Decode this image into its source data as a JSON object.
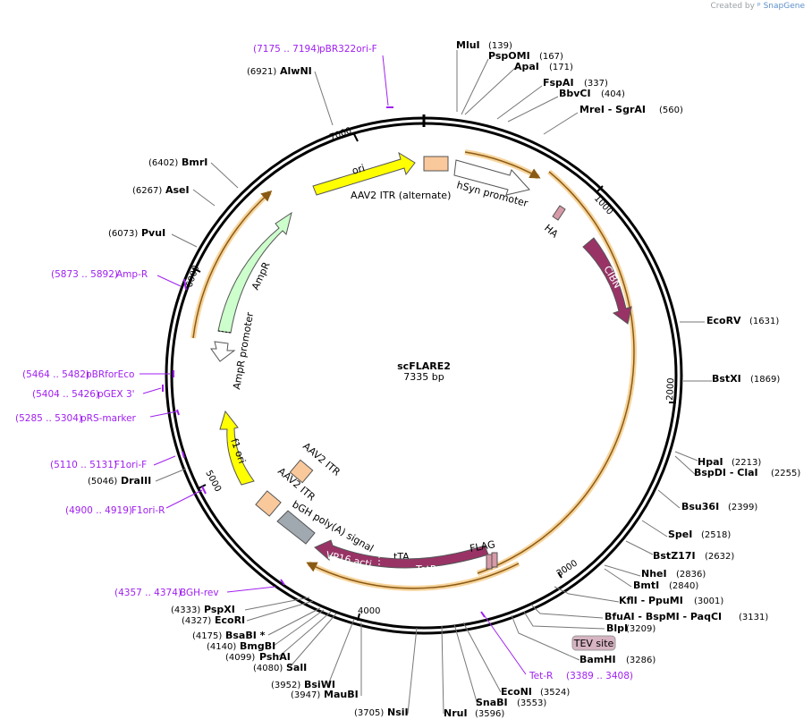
{
  "credit": {
    "prefix": "Created by",
    "brand": "SnapGene"
  },
  "plasmid": {
    "name": "scFLARE2",
    "length": "7335 bp"
  },
  "ticks": [
    "1000",
    "2000",
    "3000",
    "4000",
    "5000",
    "6000",
    "7000"
  ],
  "features": [
    {
      "label": "ori"
    },
    {
      "label": "AAV2 ITR (alternate)"
    },
    {
      "label": "hSyn promoter"
    },
    {
      "label": "HA"
    },
    {
      "label": "CIBN"
    },
    {
      "label": "AmpR"
    },
    {
      "label": "AmpR promoter"
    },
    {
      "label": "f1 ori"
    },
    {
      "label": "AAV2 ITR"
    },
    {
      "label": "AAV2 ITR"
    },
    {
      "label": "bGH poly(A) signal"
    },
    {
      "label": "tTA"
    },
    {
      "label": "TetR"
    },
    {
      "label": "VP16 acti..."
    },
    {
      "label": "FLAG"
    },
    {
      "label": "TEV site"
    }
  ],
  "enzymes": [
    {
      "name": "MluI",
      "pos": "(139)"
    },
    {
      "name": "PspOMI",
      "pos": "(167)"
    },
    {
      "name": "ApaI",
      "pos": "(171)"
    },
    {
      "name": "FspAI",
      "pos": "(337)"
    },
    {
      "name": "BbvCI",
      "pos": "(404)"
    },
    {
      "name": "MreI - SgrAI",
      "pos": "(560)"
    },
    {
      "name": "EcoRV",
      "pos": "(1631)"
    },
    {
      "name": "BstXI",
      "pos": "(1869)"
    },
    {
      "name": "HpaI",
      "pos": "(2213)"
    },
    {
      "name": "BspDI - ClaI",
      "pos": "(2255)"
    },
    {
      "name": "Bsu36I",
      "pos": "(2399)"
    },
    {
      "name": "SpeI",
      "pos": "(2518)"
    },
    {
      "name": "BstZ17I",
      "pos": "(2632)"
    },
    {
      "name": "NheI",
      "pos": "(2836)"
    },
    {
      "name": "BmtI",
      "pos": "(2840)"
    },
    {
      "name": "KflI - PpuMI",
      "pos": "(3001)"
    },
    {
      "name": "BfuAI - BspMI - PaqCI",
      "pos": "(3131)"
    },
    {
      "name": "BlpI",
      "pos": "(3209)"
    },
    {
      "name": "BamHI",
      "pos": "(3286)"
    },
    {
      "name": "EcoNI",
      "pos": "(3524)"
    },
    {
      "name": "SnaBI",
      "pos": "(3553)"
    },
    {
      "name": "NruI",
      "pos": "(3596)"
    },
    {
      "name": "NsiI",
      "pos": "(3705)"
    },
    {
      "name": "MauBI",
      "pos": "(3947)"
    },
    {
      "name": "BsiWI",
      "pos": "(3952)"
    },
    {
      "name": "SalI",
      "pos": "(4080)"
    },
    {
      "name": "PshAI",
      "pos": "(4099)"
    },
    {
      "name": "BmgBI",
      "pos": "(4140)"
    },
    {
      "name": "BsaBI *",
      "pos": "(4175)"
    },
    {
      "name": "EcoRI",
      "pos": "(4327)"
    },
    {
      "name": "PspXI",
      "pos": "(4333)"
    },
    {
      "name": "DraIII",
      "pos": "(5046)"
    },
    {
      "name": "PvuI",
      "pos": "(6073)"
    },
    {
      "name": "AseI",
      "pos": "(6267)"
    },
    {
      "name": "BmrI",
      "pos": "(6402)"
    },
    {
      "name": "AlwNI",
      "pos": "(6921)"
    }
  ],
  "primers": [
    {
      "range": "(7175 .. 7194)",
      "name": "pBR322ori-F"
    },
    {
      "range": "(5873 .. 5892)",
      "name": "Amp-R"
    },
    {
      "range": "(5464 .. 5482)",
      "name": "pBRforEco"
    },
    {
      "range": "(5404 .. 5426)",
      "name": "pGEX 3'"
    },
    {
      "range": "(5285 .. 5304)",
      "name": "pRS-marker"
    },
    {
      "range": "(5110 .. 5131)",
      "name": "F1ori-F"
    },
    {
      "range": "(4900 .. 4919)",
      "name": "F1ori-R"
    },
    {
      "range": "(4357 .. 4374)",
      "name": "BGH-rev"
    },
    {
      "range": "(3389 .. 3408)",
      "name": "Tet-R"
    }
  ],
  "colors": {
    "backbone": "#000000",
    "ori": "#ffff00",
    "itr": "#f9c89b",
    "promoter": "#ffffff",
    "ampr": "#ccffcc",
    "cds": "#993366",
    "polyA": "#a0a8b0",
    "tag": "#d79aa8",
    "primer": "#a020f0",
    "transcript": "#f5c07a"
  }
}
